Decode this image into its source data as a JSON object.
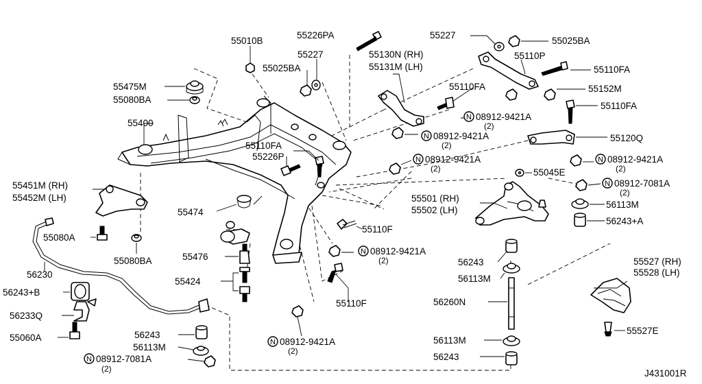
{
  "diagram": {
    "figure_code": "J431001R",
    "labels": {
      "p55010B": "55010B",
      "p55226PA": "55226PA",
      "p55227_top": "55227",
      "p55025BA_top": "55025BA",
      "p55227_mid": "55227",
      "p55025BA_mid": "55025BA",
      "p55130N": "55130N (RH)",
      "p55131M": "55131M (LH)",
      "p55110P": "55110P",
      "p55110FA_r1": "55110FA",
      "p55475M": "55475M",
      "p55110FA_mid": "55110FA",
      "p55152M": "55152M",
      "p55080BA_top": "55080BA",
      "p55110FA_r2": "55110FA",
      "p08912_9421A_1": "08912-9421A",
      "p08912_9421A_1_qty": "(2)",
      "p55400": "55400",
      "p08912_9421A_2": "08912-9421A",
      "p08912_9421A_2_qty": "(2)",
      "p55120Q": "55120Q",
      "p55110FA_left": "55110FA",
      "p55226P": "55226P",
      "p08912_9421A_3": "08912-9421A",
      "p08912_9421A_3_qty": "(2)",
      "p08912_9421A_4": "08912-9421A",
      "p08912_9421A_4_qty": "(2)",
      "p55045E": "55045E",
      "p55451M": "55451M (RH)",
      "p55452M": "55452M (LH)",
      "p08912_7081A_r": "08912-7081A",
      "p08912_7081A_r_qty": "(2)",
      "p55474": "55474",
      "p55501": "55501 (RH)",
      "p55502": "55502 (LH)",
      "p56113M_r1": "56113M",
      "p55110F_mid": "55110F",
      "p56243A": "56243+A",
      "p55080A": "55080A",
      "p08912_9421A_5": "08912-9421A",
      "p08912_9421A_5_qty": "(2)",
      "p55476": "55476",
      "p55080BA_low": "55080BA",
      "p56243_r": "56243",
      "p56230": "56230",
      "p55527RH": "55527 (RH)",
      "p55528LH": "55528 (LH)",
      "p56113M_r2": "56113M",
      "p55424": "55424",
      "p56243B": "56243+B",
      "p55110F_low": "55110F",
      "p56260N": "56260N",
      "p56233Q": "56233Q",
      "p08912_9421A_6": "08912-9421A",
      "p08912_9421A_6_qty": "(2)",
      "p55527E": "55527E",
      "p56243_low": "56243",
      "p55060A": "55060A",
      "p56113M_low": "56113M",
      "p56113M_r3": "56113M",
      "p08912_7081A_l": "08912-7081A",
      "p08912_7081A_l_qty": "(2)",
      "p56243_r2": "56243"
    },
    "nut_symbol": "N"
  }
}
